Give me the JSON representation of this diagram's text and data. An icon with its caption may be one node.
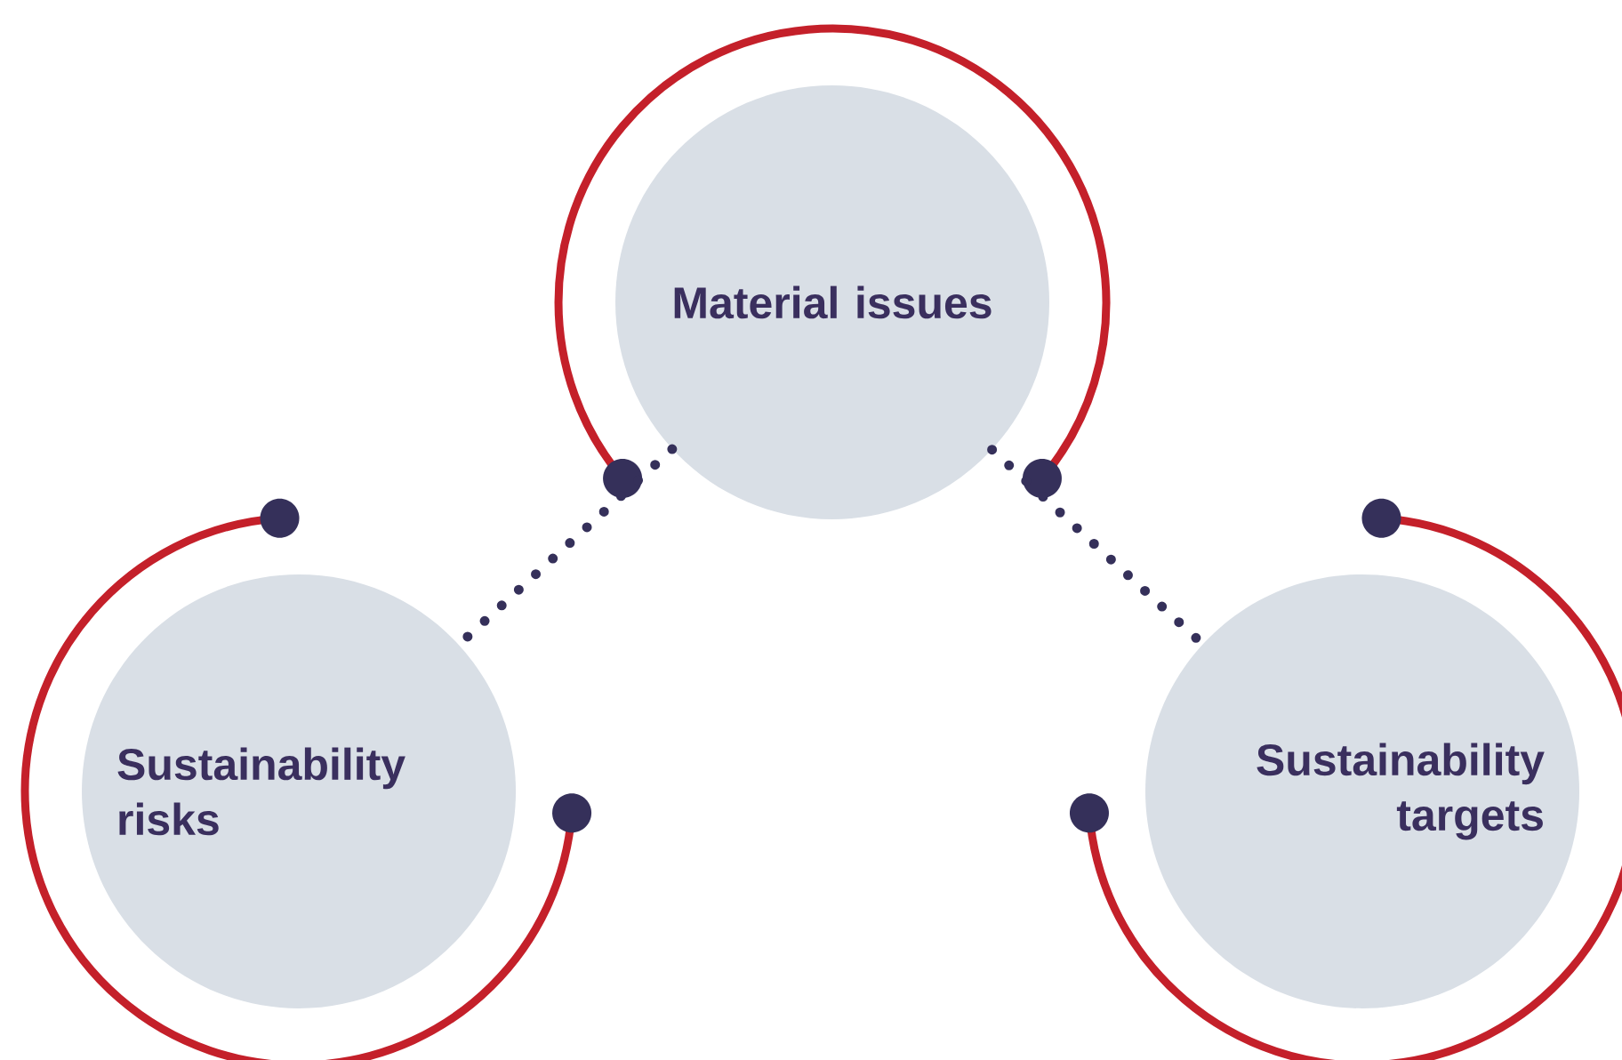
{
  "diagram": {
    "nodes": [
      {
        "text": [
          "Material issues"
        ]
      },
      {
        "text": [
          "Sustainability risks"
        ]
      },
      {
        "text": [
          "Sustainability targets"
        ]
      }
    ],
    "edges": [
      {
        "from": 0,
        "to": 1,
        "arrow": "none",
        "style": "dashed"
      },
      {
        "from": 0,
        "to": 2,
        "arrow": "none",
        "style": "dashed"
      }
    ]
  }
}
